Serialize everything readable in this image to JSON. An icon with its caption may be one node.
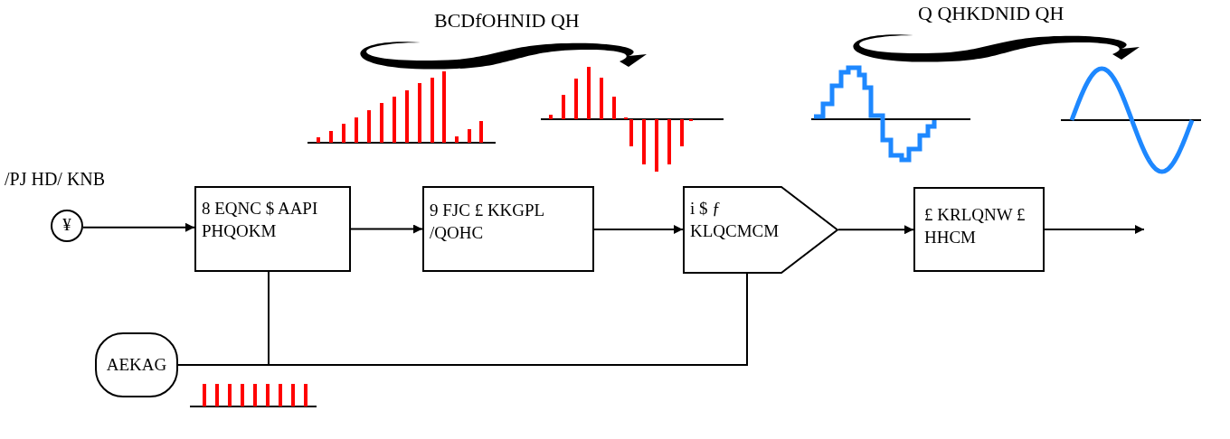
{
  "diagram": {
    "nodes": [
      {
        "text": [
          "¥"
        ],
        "beside": [
          "/PJ HD/ KNB"
        ]
      },
      {
        "text": [
          "8 EQNC $ AAPI PHQOKM"
        ]
      },
      {
        "text": [
          "9 FJC £ KKGPL /QOHC"
        ]
      },
      {
        "text": [
          "i $ ƒ KLQCMCM"
        ]
      },
      {
        "text": [
          "£ KRLQNW £ HHCM"
        ]
      },
      {
        "text": [
          "AEKAG"
        ]
      }
    ],
    "edges": [
      {
        "from": 0,
        "to": 1,
        "arrow": "to"
      },
      {
        "from": 1,
        "to": 2,
        "arrow": "to"
      },
      {
        "from": 2,
        "to": 3,
        "arrow": "to"
      },
      {
        "from": 3,
        "to": 4,
        "arrow": "to"
      },
      {
        "from": 4,
        "to": null,
        "arrow": "to"
      },
      {
        "from": 5,
        "to": 1,
        "arrow": "none"
      },
      {
        "from": 5,
        "to": 3,
        "arrow": "none"
      }
    ],
    "labels": [
      "BCDfOHNID QH",
      "Q QHKDNID QH"
    ]
  }
}
